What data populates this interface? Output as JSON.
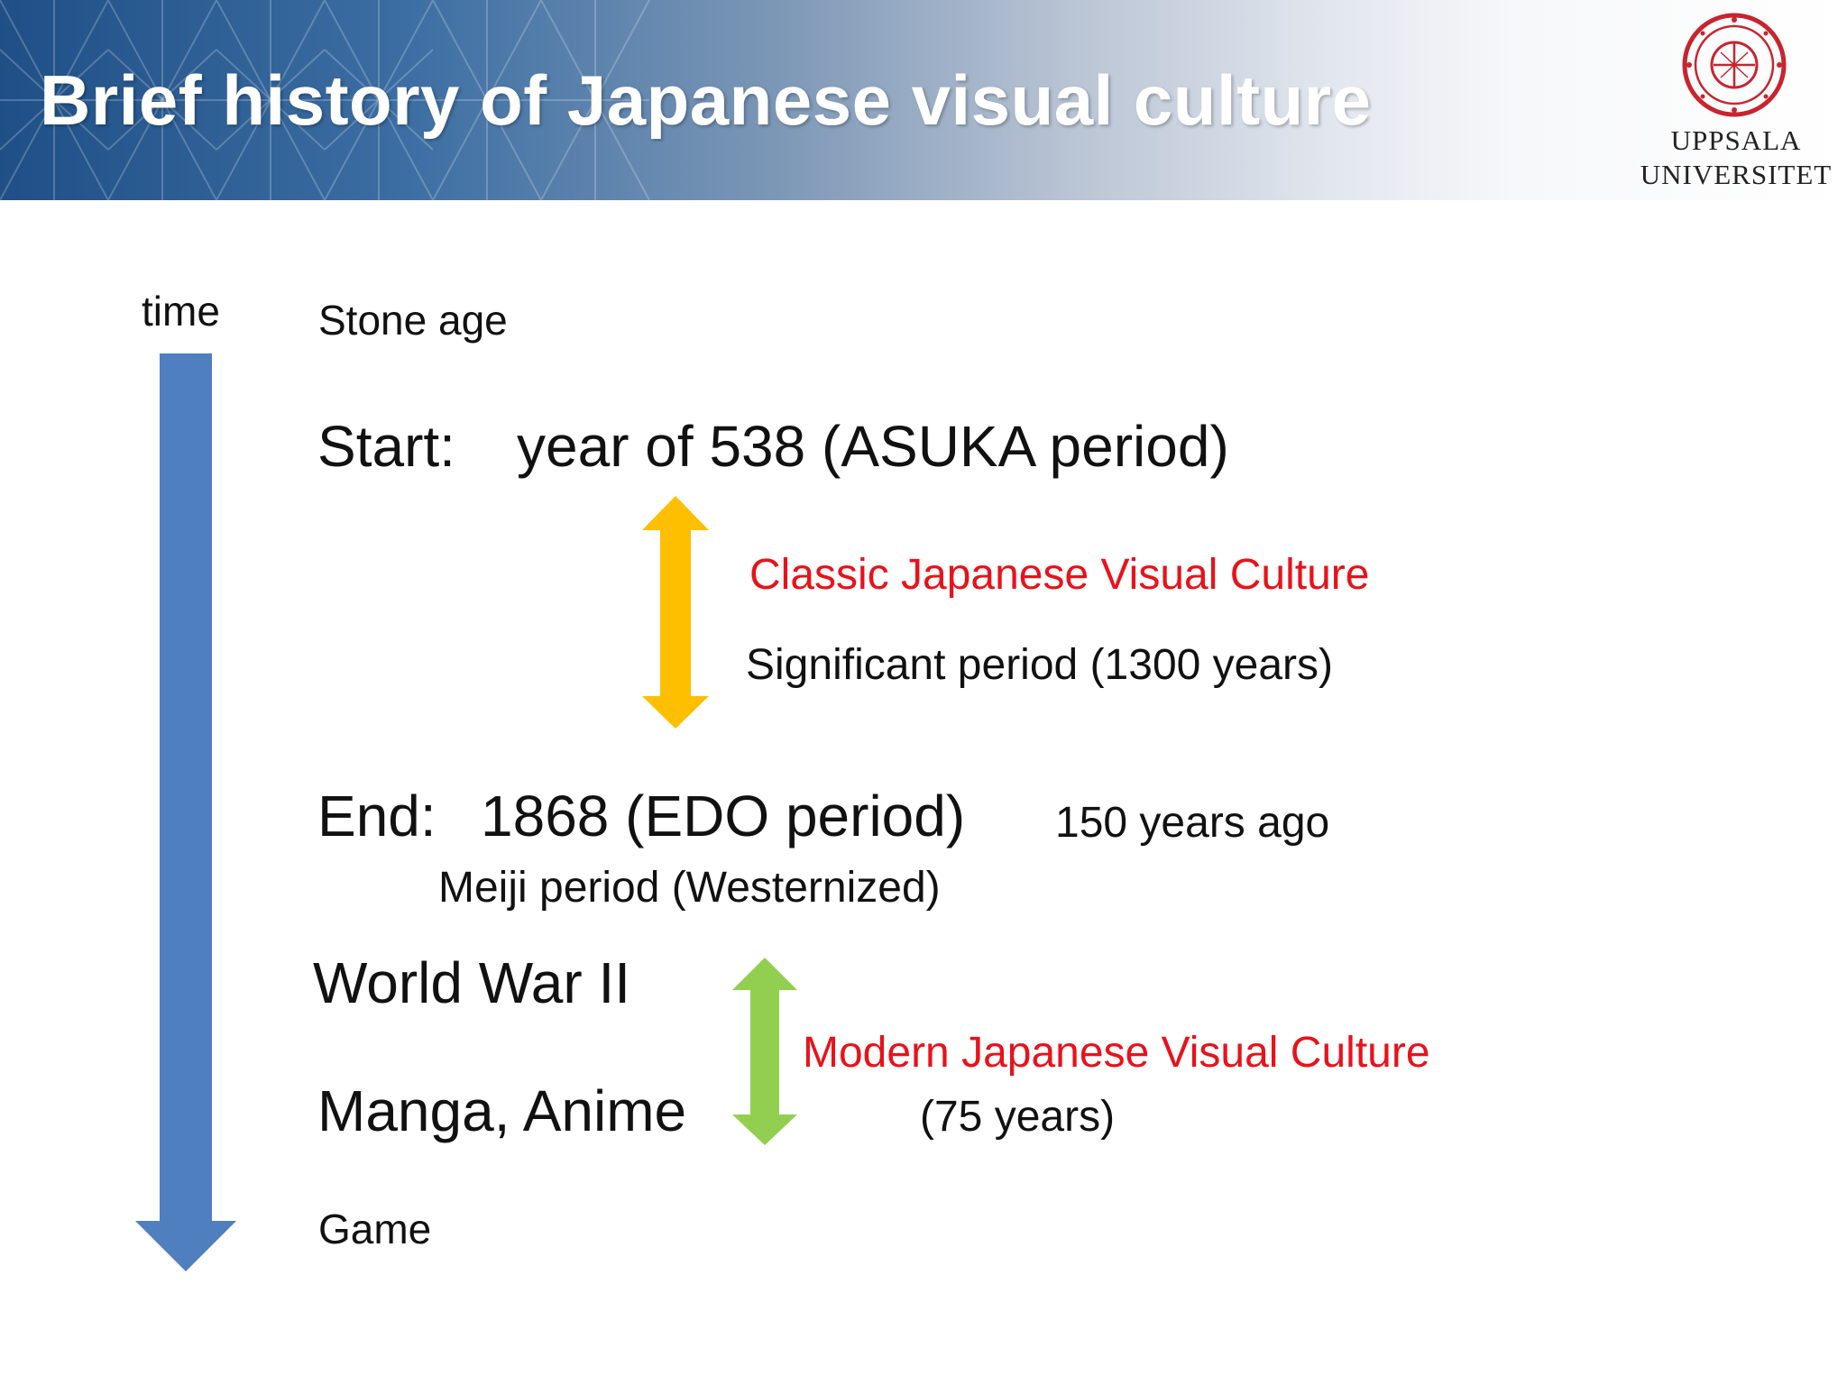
{
  "header": {
    "title": "Brief history of Japanese visual culture",
    "logo_line1": "UPPSALA",
    "logo_line2": "UNIVERSITET"
  },
  "timeline": {
    "axis_label": "time",
    "stone_age": "Stone age",
    "start_label": "Start:",
    "start_value": "year of 538 (ASUKA period)",
    "classic_title": "Classic Japanese Visual Culture",
    "classic_period": "Significant period (1300 years)",
    "end_label": "End:",
    "end_value": "1868 (EDO period)",
    "end_note": "150 years ago",
    "meiji": "Meiji period (Westernized)",
    "ww2": "World War II",
    "manga_anime": "Manga, Anime",
    "modern_title": "Modern Japanese Visual Culture",
    "modern_period": "(75 years)",
    "game": "Game"
  },
  "colors": {
    "time_arrow": "#4f7fbe",
    "classic_arrow": "#fdbf00",
    "modern_arrow": "#92cf50",
    "highlight_text": "#e8121b",
    "seal": "#c8242f"
  },
  "icons": {
    "logo": "uppsala-university-seal-icon",
    "time_arrow": "arrow-down-icon",
    "classic_arrow": "double-arrow-vertical-icon",
    "modern_arrow": "double-arrow-vertical-icon"
  }
}
